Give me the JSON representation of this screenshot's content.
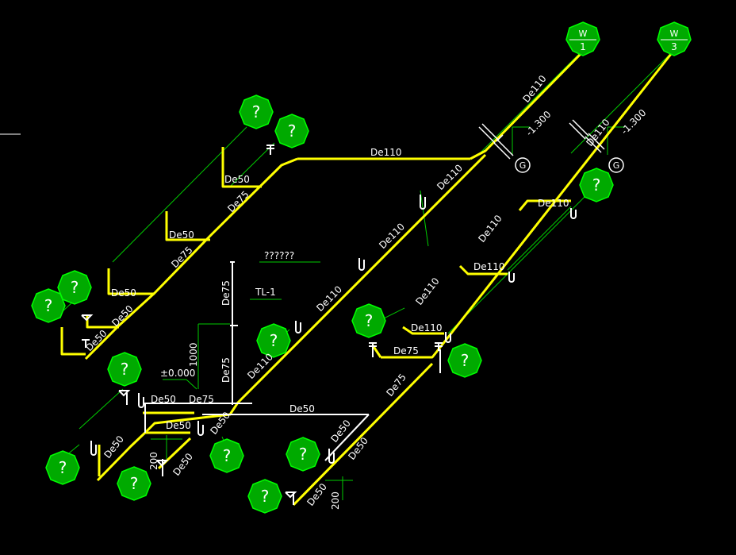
{
  "colors": {
    "background": "#000000",
    "pipe_main": "#ffff00",
    "pipe_branch": "#ffffff",
    "leader": "#00cc00",
    "marker_fill": "#00aa00",
    "text": "#ffffff"
  },
  "labels": {
    "de110": "De110",
    "de75": "De75",
    "de50": "De50",
    "unknown_note": "??????",
    "riser_tag": "TL-1",
    "level_zero": "±0.000",
    "level_1000": "1000",
    "level_neg": "-1.300",
    "dim_200": "200",
    "fitting_g": "G",
    "question": "?"
  },
  "outlets": [
    {
      "top": "W",
      "bottom": "1"
    },
    {
      "top": "W",
      "bottom": "3"
    }
  ]
}
